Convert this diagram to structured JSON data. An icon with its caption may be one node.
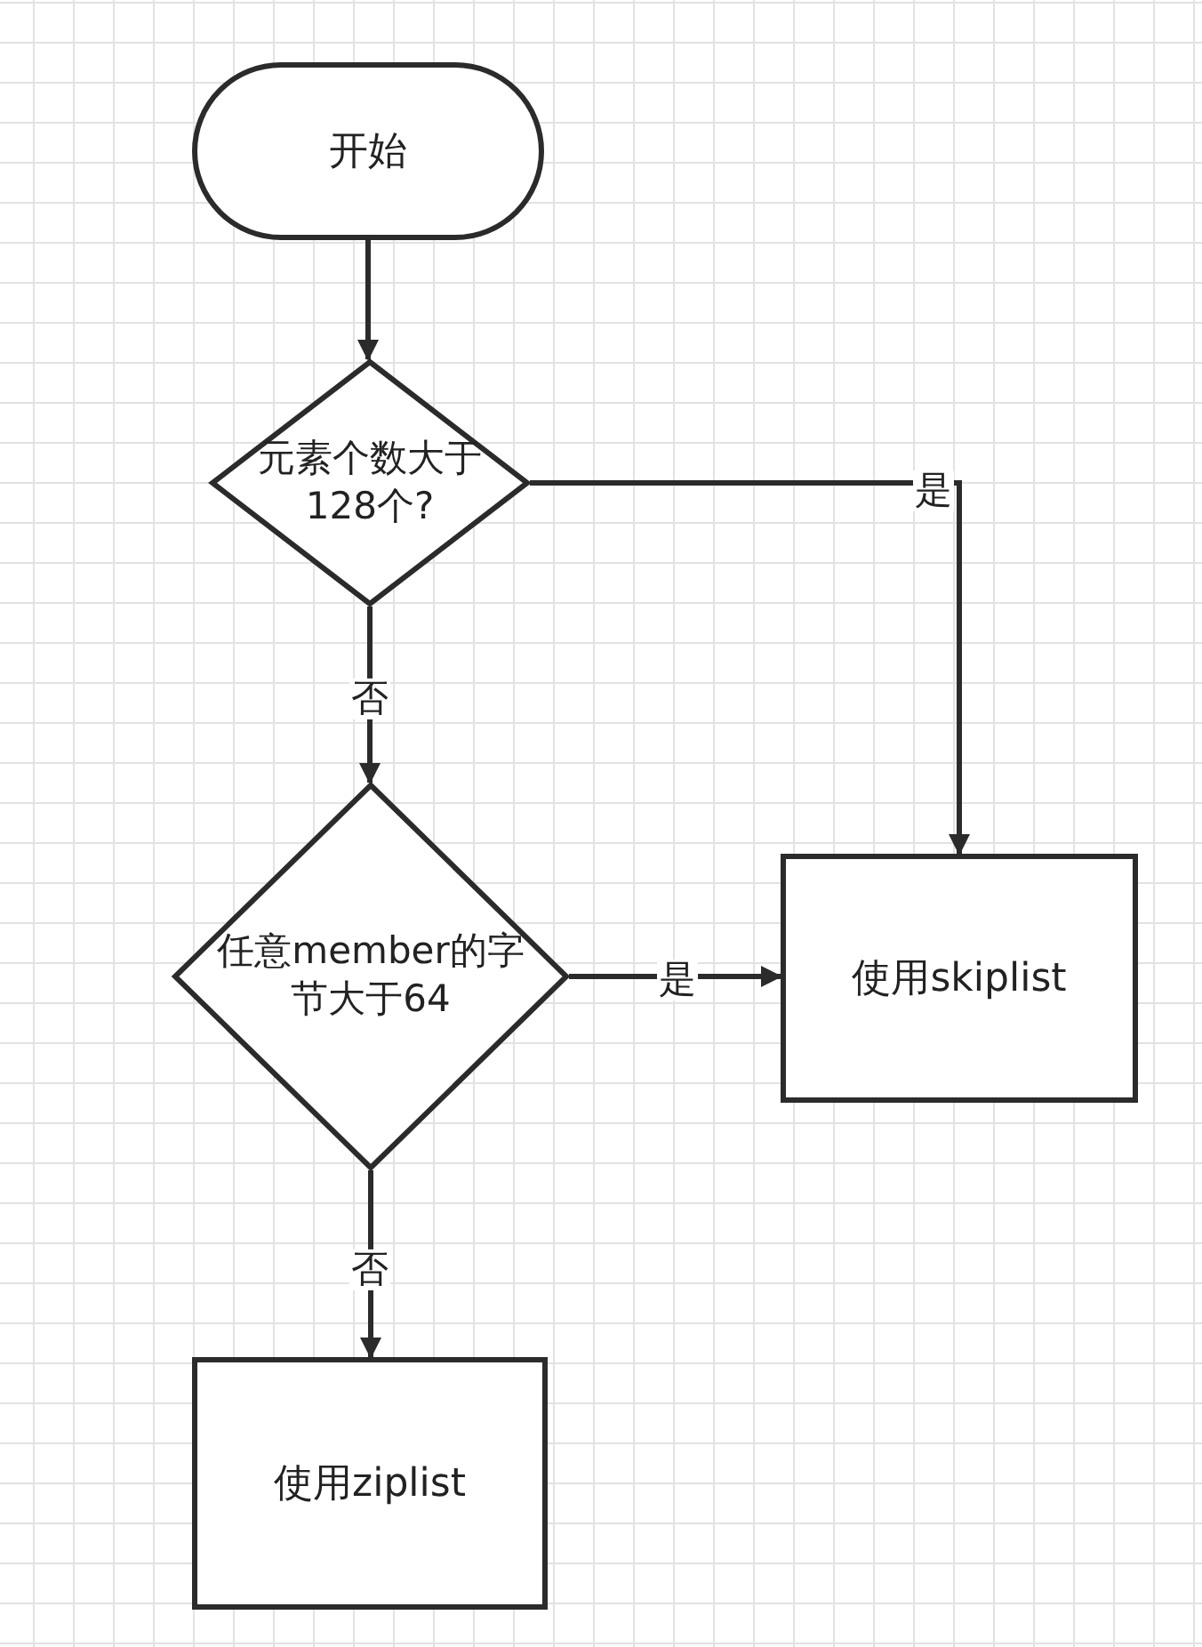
{
  "diagram": {
    "nodes": [
      {
        "text": [
          "开始"
        ]
      },
      {
        "text": [
          "元素个数大于128个?"
        ]
      },
      {
        "text": [
          "任意member的字节大于64"
        ]
      },
      {
        "text": [
          "使用skiplist"
        ]
      },
      {
        "text": [
          "使用ziplist"
        ]
      }
    ],
    "edges": [
      {
        "from": 0,
        "to": 1,
        "arrow": "to"
      },
      {
        "from": 1,
        "to": 3,
        "arrow": "to",
        "label": "是"
      },
      {
        "from": 1,
        "to": 2,
        "arrow": "to",
        "label": "否"
      },
      {
        "from": 2,
        "to": 3,
        "arrow": "to",
        "label": "是"
      },
      {
        "from": 2,
        "to": 4,
        "arrow": "to",
        "label": "否"
      }
    ]
  }
}
